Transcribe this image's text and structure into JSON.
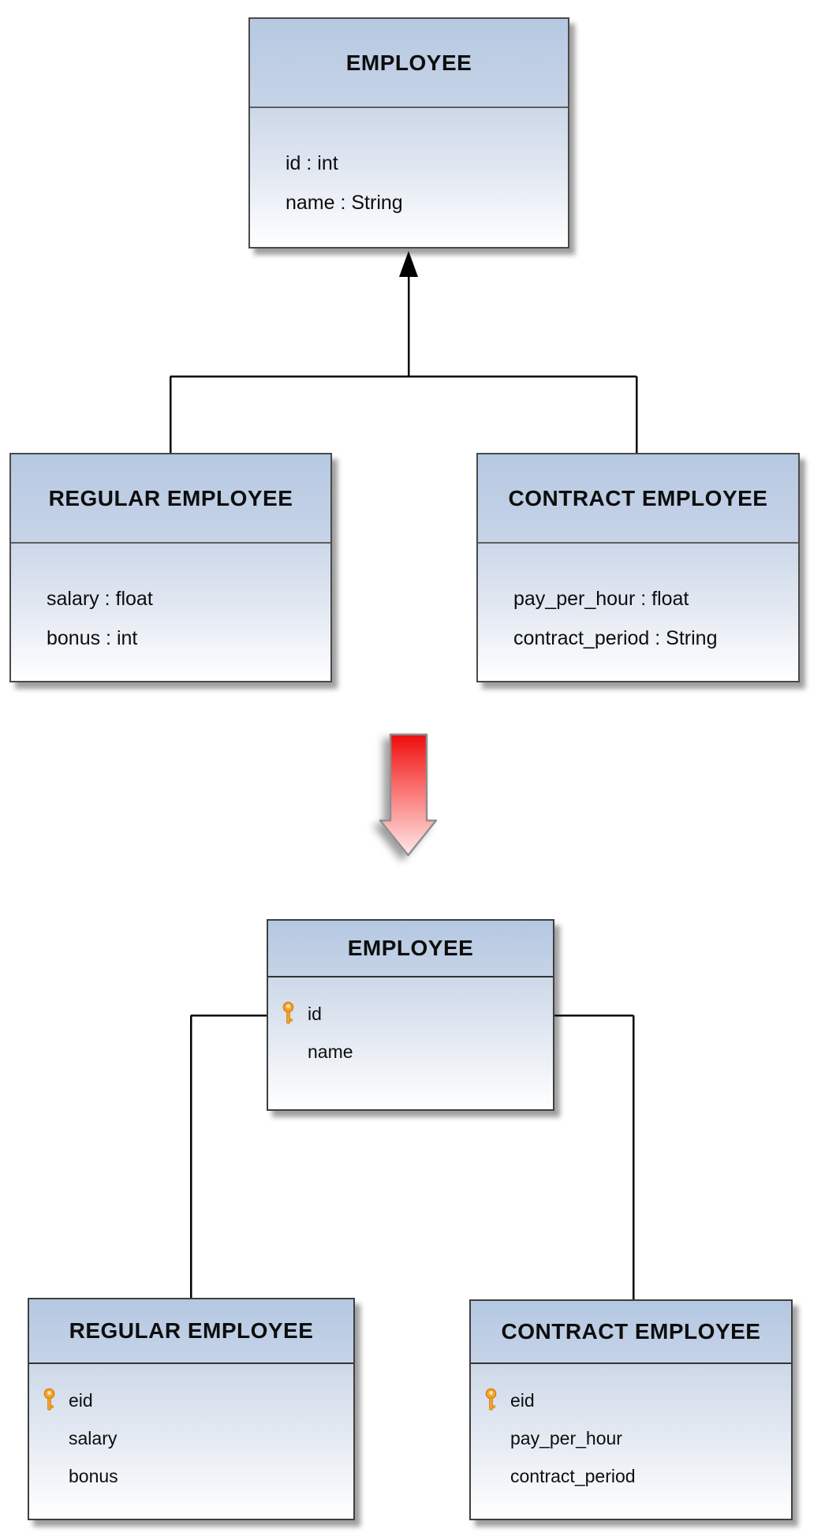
{
  "uml": {
    "employee": {
      "title": "EMPLOYEE",
      "attributes": [
        "id : int",
        "name : String"
      ]
    },
    "regular": {
      "title": "REGULAR EMPLOYEE",
      "attributes": [
        "salary : float",
        "bonus : int"
      ]
    },
    "contract": {
      "title": "CONTRACT EMPLOYEE",
      "attributes": [
        "pay_per_hour : float",
        "contract_period : String"
      ]
    }
  },
  "tables": {
    "employee": {
      "title": "EMPLOYEE",
      "columns": [
        {
          "name": "id",
          "key": true
        },
        {
          "name": "name",
          "key": false
        }
      ]
    },
    "regular": {
      "title": "REGULAR EMPLOYEE",
      "columns": [
        {
          "name": "eid",
          "key": true
        },
        {
          "name": "salary",
          "key": false
        },
        {
          "name": "bonus",
          "key": false
        }
      ]
    },
    "contract": {
      "title": "CONTRACT EMPLOYEE",
      "columns": [
        {
          "name": "eid",
          "key": true
        },
        {
          "name": "pay_per_hour",
          "key": false
        },
        {
          "name": "contract_period",
          "key": false
        }
      ]
    }
  },
  "icons": {
    "primary_key": "key-icon",
    "inheritance": "up-filled-triangle-arrow",
    "transformation": "red-down-block-arrow"
  },
  "colors": {
    "header_fill_top": "#b6c9e2",
    "header_fill_bottom": "#c6d3e7",
    "body_fade_to": "#ffffff",
    "box_border": "#4a4a4a",
    "connector": "#000000",
    "transform_arrow_top": "#ee0c0c",
    "transform_arrow_bottom": "#ffe9e9",
    "transform_arrow_outline": "#8f8f8f",
    "key_icon": "#f6a42a"
  }
}
